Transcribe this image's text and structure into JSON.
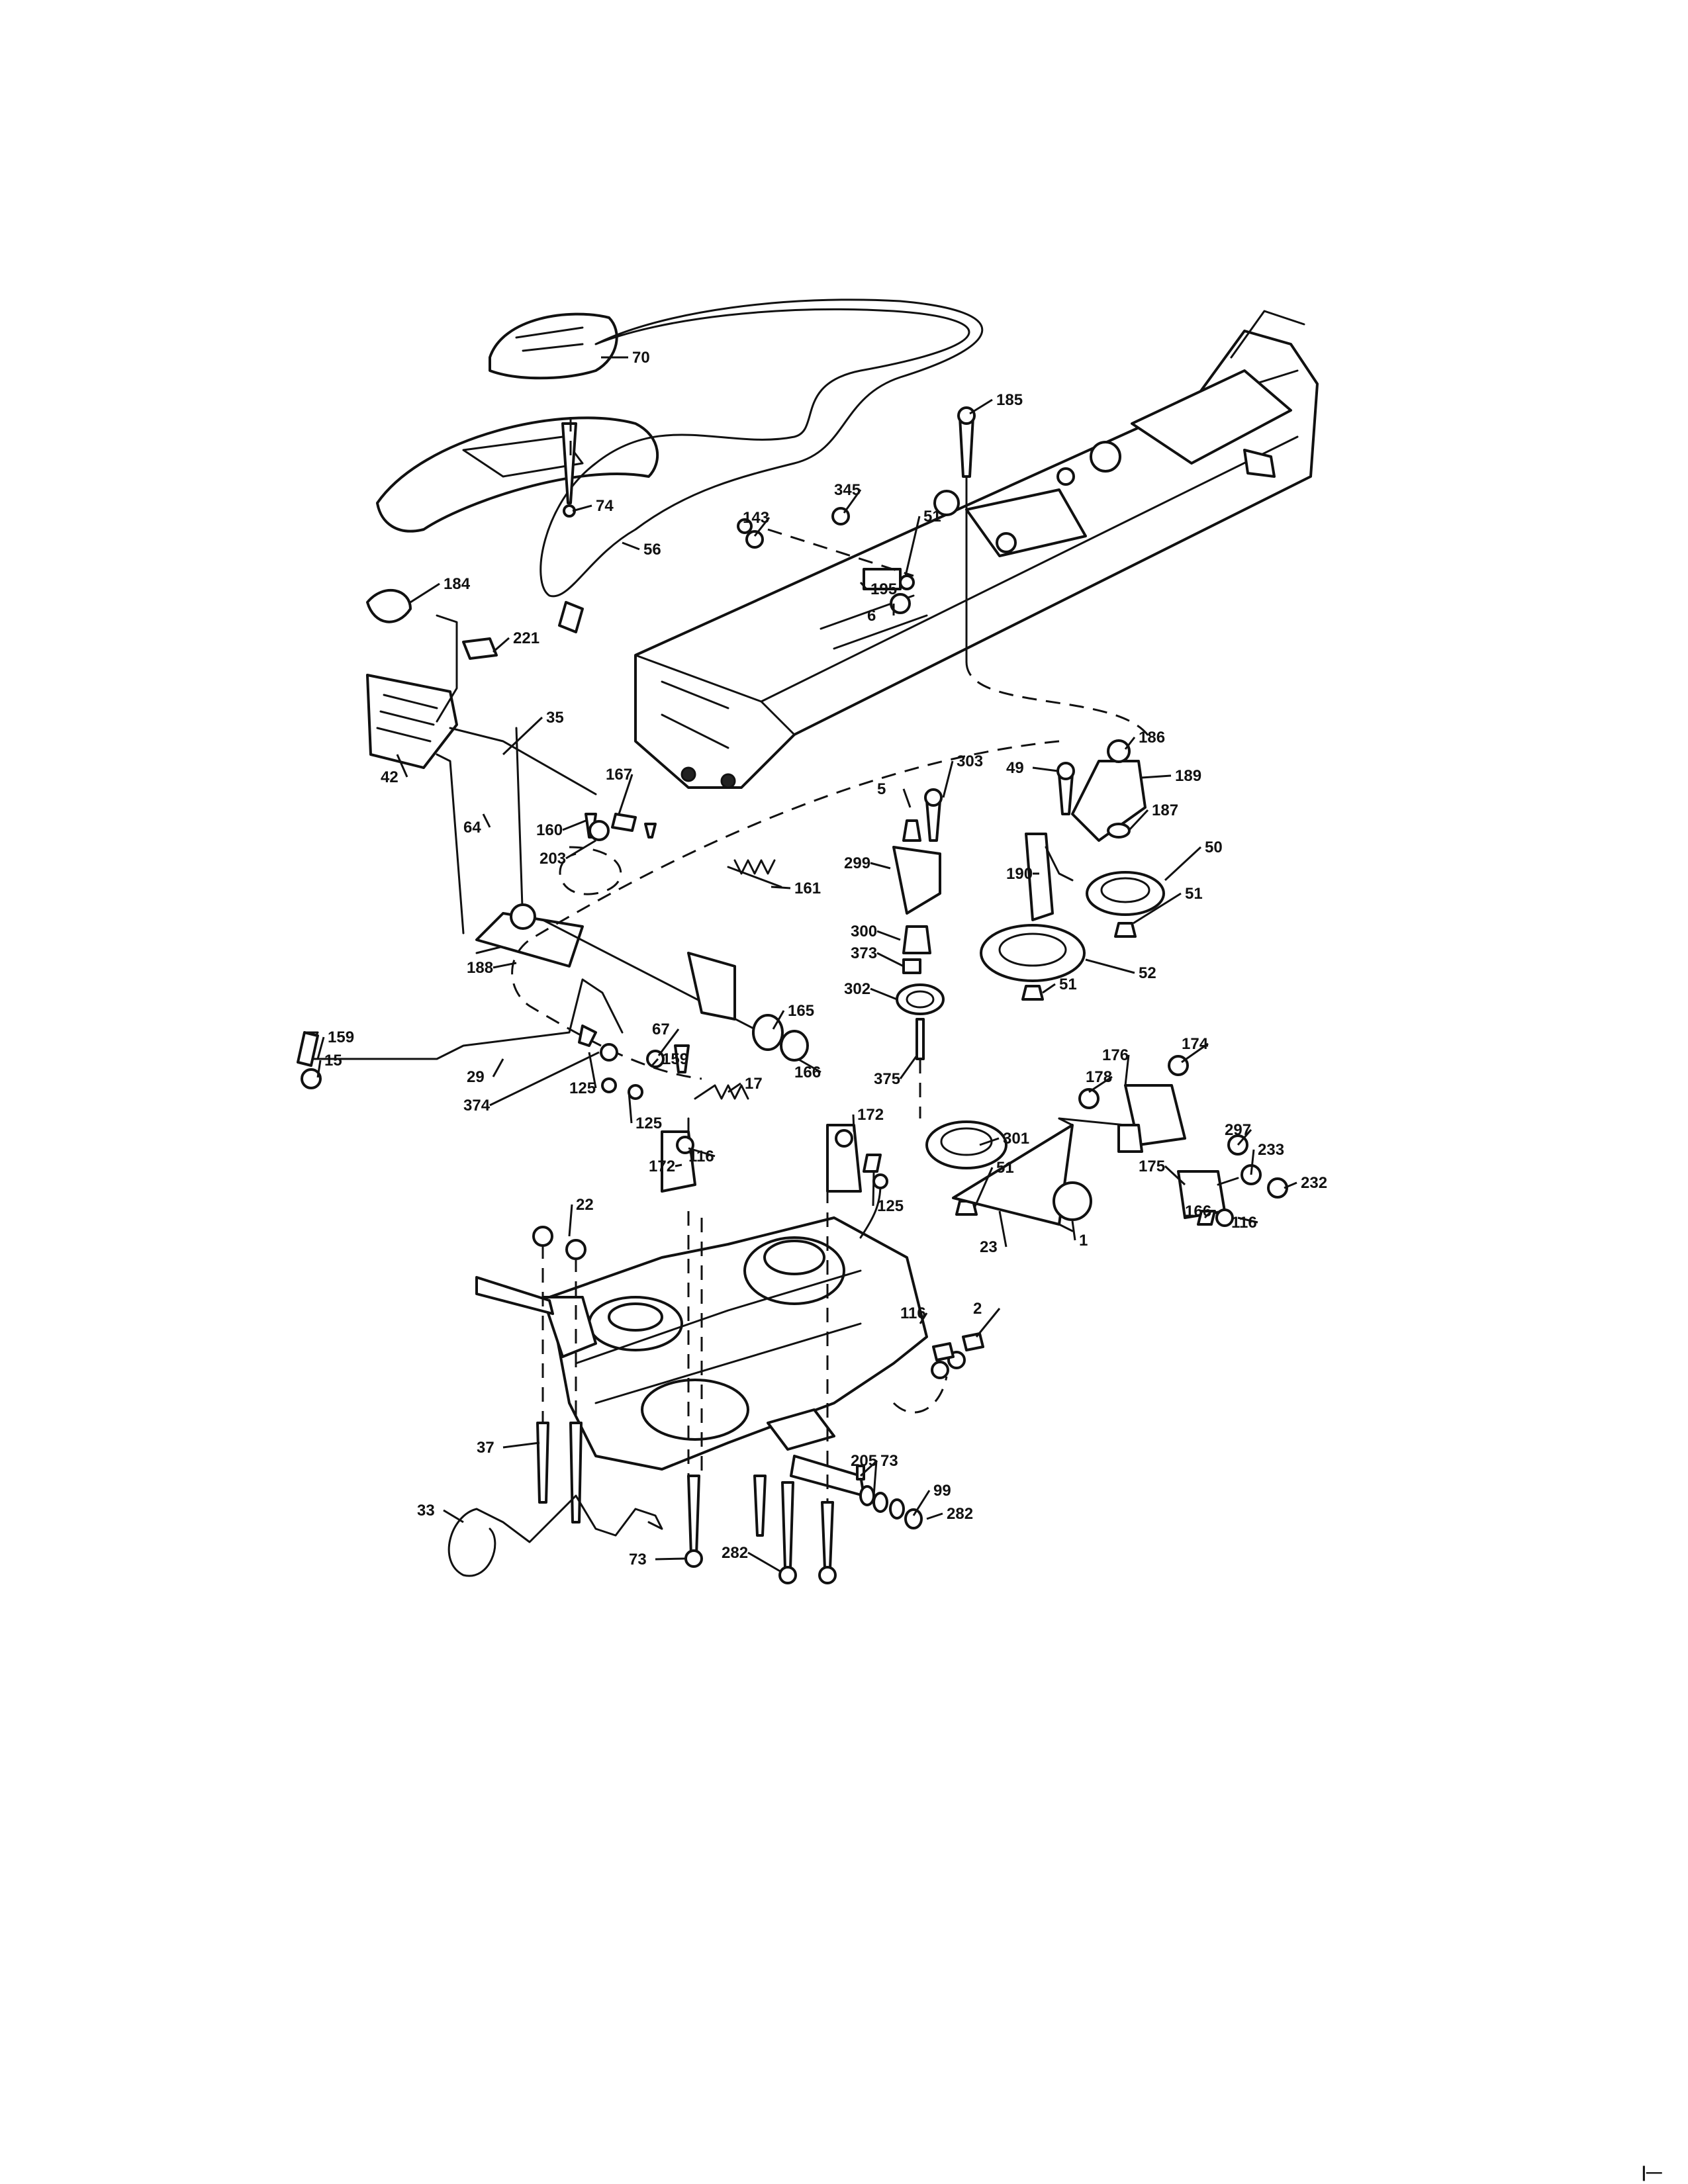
{
  "diagram": {
    "callouts": [
      "70",
      "185",
      "74",
      "345",
      "143",
      "56",
      "51",
      "195",
      "6",
      "184",
      "221",
      "35",
      "42",
      "167",
      "64",
      "160",
      "203",
      "186",
      "49",
      "303",
      "189",
      "187",
      "5",
      "50",
      "299",
      "161",
      "51",
      "190",
      "300",
      "373",
      "52",
      "302",
      "51",
      "188",
      "165",
      "67",
      "159",
      "15",
      "29",
      "125",
      "374",
      "159",
      "166",
      "375",
      "301",
      "176",
      "174",
      "17",
      "178",
      "51",
      "297",
      "233",
      "172",
      "232",
      "125",
      "116",
      "172",
      "175",
      "125",
      "166",
      "116",
      "22",
      "23",
      "1",
      "116",
      "2",
      "205",
      "73",
      "37",
      "99",
      "33",
      "282",
      "73",
      "282"
    ],
    "corner_mark": "|—"
  },
  "colors": {
    "ink": "#111111",
    "paper": "#ffffff"
  }
}
